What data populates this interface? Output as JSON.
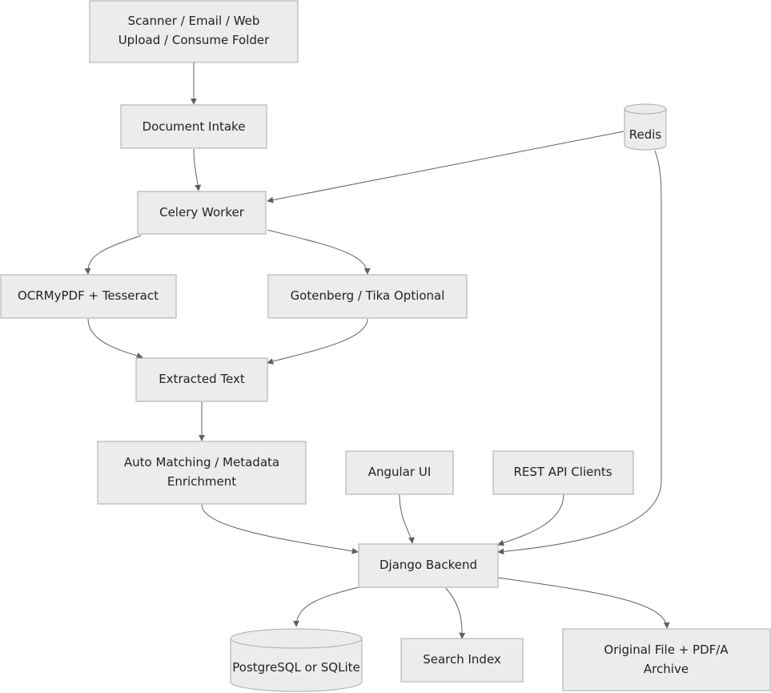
{
  "diagram": {
    "nodes": {
      "intake_sources": {
        "line1": "Scanner / Email / Web",
        "line2": "Upload / Consume Folder"
      },
      "document_intake": {
        "label": "Document Intake"
      },
      "redis": {
        "label": "Redis"
      },
      "celery_worker": {
        "label": "Celery Worker"
      },
      "ocr": {
        "label": "OCRMyPDF + Tesseract"
      },
      "gotenberg": {
        "label": "Gotenberg / Tika Optional"
      },
      "extracted_text": {
        "label": "Extracted Text"
      },
      "auto_matching": {
        "line1": "Auto Matching / Metadata",
        "line2": "Enrichment"
      },
      "angular_ui": {
        "label": "Angular UI"
      },
      "rest_api": {
        "label": "REST API Clients"
      },
      "django_backend": {
        "label": "Django Backend"
      },
      "database": {
        "label": "PostgreSQL or SQLite"
      },
      "search_index": {
        "label": "Search Index"
      },
      "archive": {
        "line1": "Original File + PDF/A",
        "line2": "Archive"
      }
    },
    "edges": [
      {
        "from": "intake_sources",
        "to": "document_intake"
      },
      {
        "from": "document_intake",
        "to": "celery_worker"
      },
      {
        "from": "redis",
        "to": "celery_worker"
      },
      {
        "from": "celery_worker",
        "to": "ocr"
      },
      {
        "from": "celery_worker",
        "to": "gotenberg"
      },
      {
        "from": "ocr",
        "to": "extracted_text"
      },
      {
        "from": "gotenberg",
        "to": "extracted_text"
      },
      {
        "from": "extracted_text",
        "to": "auto_matching"
      },
      {
        "from": "auto_matching",
        "to": "django_backend"
      },
      {
        "from": "angular_ui",
        "to": "django_backend"
      },
      {
        "from": "rest_api",
        "to": "django_backend"
      },
      {
        "from": "redis",
        "to": "django_backend"
      },
      {
        "from": "django_backend",
        "to": "database"
      },
      {
        "from": "django_backend",
        "to": "search_index"
      },
      {
        "from": "django_backend",
        "to": "archive"
      }
    ]
  }
}
